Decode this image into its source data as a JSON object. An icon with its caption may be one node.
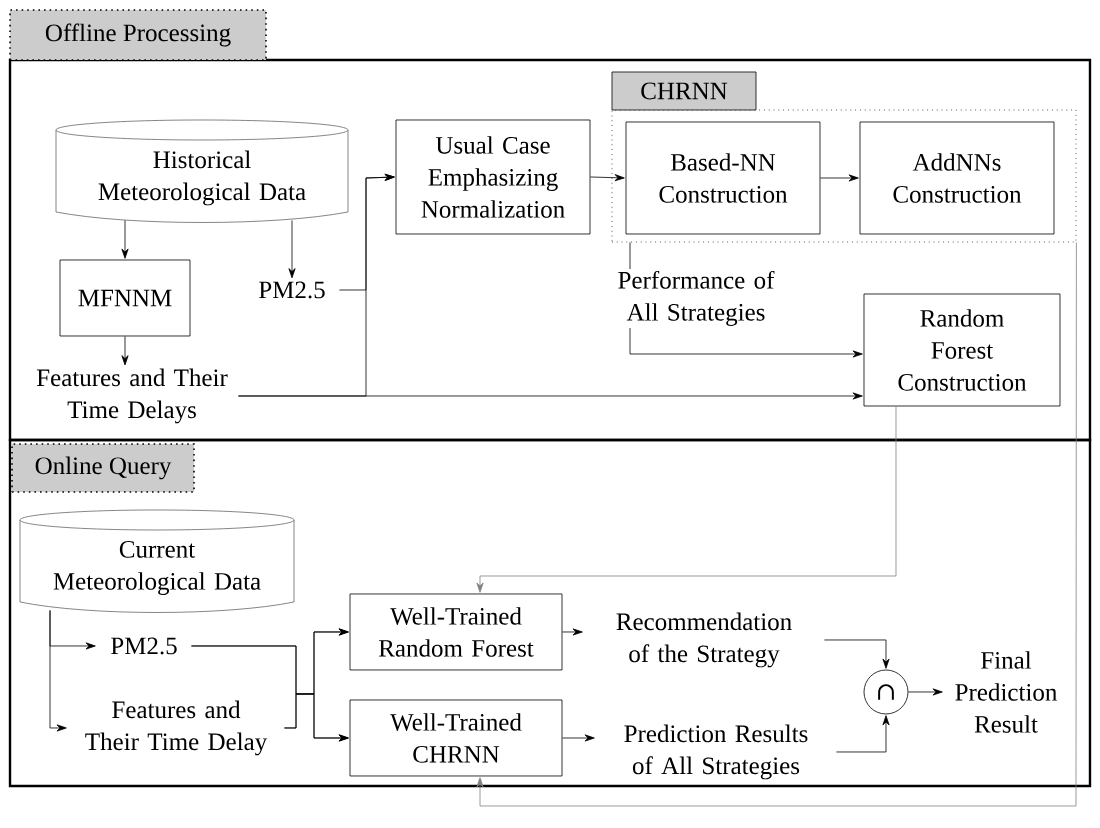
{
  "diagram": {
    "nodes": [
      {
        "text": [
          "Offline Processing"
        ]
      },
      {
        "text": [
          "Historical Meteorological Data"
        ],
        "in": 0
      },
      {
        "text": [
          "MFNNM"
        ],
        "in": 0
      },
      {
        "text": [
          "PM2.5"
        ],
        "in": 0
      },
      {
        "text": [
          "Features and Their Time Delays"
        ],
        "in": 0
      },
      {
        "text": [
          "Usual Case Emphasizing Normalization"
        ],
        "in": 0
      },
      {
        "text": [
          "CHRNN"
        ],
        "in": 0
      },
      {
        "text": [
          "Based-NN Construction"
        ],
        "in": 6
      },
      {
        "text": [
          "AddNNs Construction"
        ],
        "in": 6
      },
      {
        "text": [
          "Random Forest Construction"
        ],
        "in": 0
      },
      {
        "text": [
          "Online Query"
        ]
      },
      {
        "text": [
          "Current Meteorological Data"
        ],
        "in": 10
      },
      {
        "text": [
          "PM2.5"
        ],
        "in": 10
      },
      {
        "text": [
          "Features and Their Time Delay"
        ],
        "in": 10
      },
      {
        "text": [
          "Well-Trained Random Forest"
        ],
        "in": 10
      },
      {
        "text": [
          "Well-Trained CHRNN"
        ],
        "in": 10
      },
      {
        "text": [
          "Recommendation of the Strategy"
        ],
        "in": 10
      },
      {
        "text": [
          "Prediction Results of All Strategies"
        ],
        "in": 10
      },
      {
        "text": [
          "∩"
        ],
        "in": 10
      },
      {
        "text": [
          "Final Prediction Result"
        ],
        "in": 10
      }
    ],
    "edges": [
      {
        "from": 1,
        "to": 2,
        "arrow": "to"
      },
      {
        "from": 1,
        "to": 3,
        "arrow": "to"
      },
      {
        "from": 2,
        "to": 4,
        "arrow": "to"
      },
      {
        "from": 3,
        "to": 5,
        "arrow": "to"
      },
      {
        "from": 4,
        "to": 5,
        "arrow": "to"
      },
      {
        "from": 4,
        "to": 9,
        "arrow": "to"
      },
      {
        "from": 5,
        "to": 7,
        "arrow": "to"
      },
      {
        "from": 7,
        "to": 8,
        "arrow": "to"
      },
      {
        "from": 6,
        "to": 9,
        "arrow": "to",
        "label": "Performance of All Strategies"
      },
      {
        "from": 9,
        "to": 14,
        "arrow": "to",
        "color": "#808080"
      },
      {
        "from": 6,
        "to": 15,
        "arrow": "to",
        "color": "#808080"
      },
      {
        "from": 11,
        "to": 12,
        "arrow": "to"
      },
      {
        "from": 11,
        "to": 13,
        "arrow": "to"
      },
      {
        "from": 12,
        "to": 14,
        "arrow": "to"
      },
      {
        "from": 12,
        "to": 15,
        "arrow": "to"
      },
      {
        "from": 13,
        "to": 14,
        "arrow": "to"
      },
      {
        "from": 13,
        "to": 15,
        "arrow": "to"
      },
      {
        "from": 14,
        "to": 16,
        "arrow": "to"
      },
      {
        "from": 15,
        "to": 17,
        "arrow": "to"
      },
      {
        "from": 16,
        "to": 18,
        "arrow": "to"
      },
      {
        "from": 17,
        "to": 18,
        "arrow": "to"
      },
      {
        "from": 18,
        "to": 19,
        "arrow": "to"
      }
    ]
  }
}
